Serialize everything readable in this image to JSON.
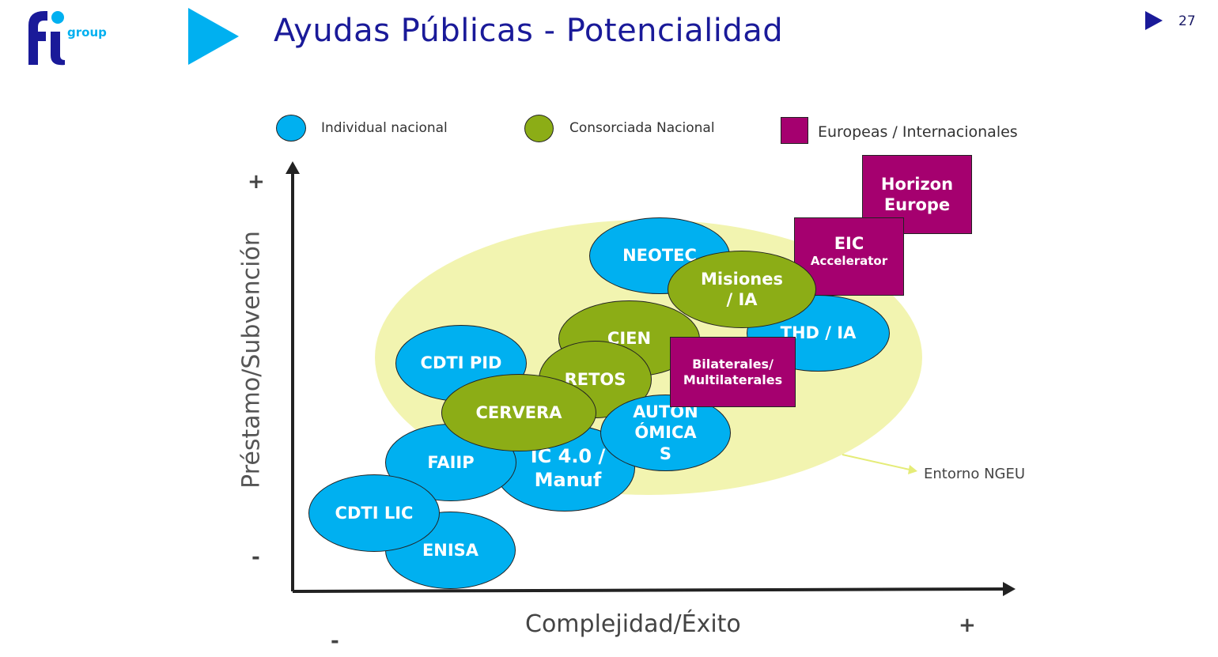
{
  "header": {
    "logo_mark": "fi",
    "logo_word": "group",
    "title": "Ayudas Públicas - Potencialidad",
    "page_number": "27"
  },
  "legend": {
    "individual": "Individual nacional",
    "consorciada": "Consorciada Nacional",
    "europeas": "Europeas / Internacionales"
  },
  "axes": {
    "y_label": "Préstamo/Subvención",
    "x_label": "Complejidad/Éxito",
    "y_plus": "+",
    "y_minus": "-",
    "x_plus": "+",
    "x_minus": "-"
  },
  "nodes": {
    "neotec": "NEOTEC",
    "thd": "THD / IA",
    "cien": "CIEN",
    "cdti_pid": "CDTI PID",
    "retos": "RETOS",
    "autonomicas_l1": "AUTON",
    "autonomicas_l2": "ÓMICA",
    "autonomicas_l3": "S",
    "ic40_l1": "IC 4.0 /",
    "ic40_l2": "Manuf",
    "faiip": "FAIIP",
    "enisa": "ENISA",
    "cdti_lic": "CDTI LIC",
    "cervera": "CERVERA",
    "misiones_l1": "Misiones",
    "misiones_l2": "/ IA",
    "horizon_l1": "Horizon",
    "horizon_l2": "Europe",
    "eic_l1": "EIC",
    "eic_l2": "Accelerator",
    "bilaterales_l1": "Bilaterales/",
    "bilaterales_l2": "Multilaterales"
  },
  "annotation": {
    "ngeu": "Entorno NGEU"
  },
  "colors": {
    "individual": "#00b0f0",
    "consorciada": "#8cad16",
    "europeas": "#a5006f",
    "ngeu_zone": "#f2f4b0",
    "title": "#1a1a99"
  }
}
